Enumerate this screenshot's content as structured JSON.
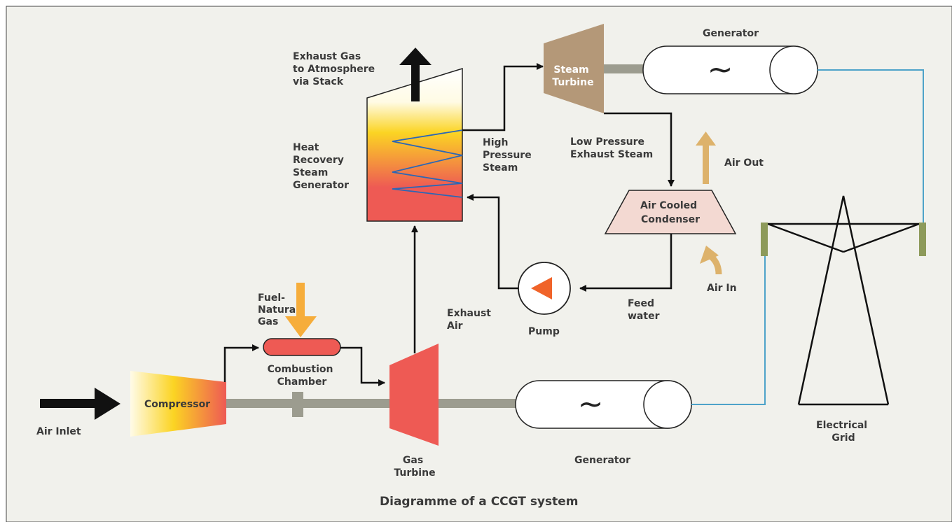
{
  "caption": "Diagramme of a CCGT system",
  "labels": {
    "air_inlet": "Air Inlet",
    "compressor": "Compressor",
    "fuel": [
      "Fuel-",
      "Natural",
      "Gas"
    ],
    "combustion_chamber": [
      "Combustion",
      "Chamber"
    ],
    "gas_turbine": [
      "Gas",
      "Turbine"
    ],
    "generator_lower": "Generator",
    "generator_upper": "Generator",
    "generator_symbol": "~",
    "exhaust_air": [
      "Exhaust",
      "Air"
    ],
    "exhaust_gas": [
      "Exhaust Gas",
      "to Atmosphere",
      "via Stack"
    ],
    "hrsg": [
      "Heat",
      "Recovery",
      "Steam",
      "Generator"
    ],
    "hp_steam": [
      "High",
      "Pressure",
      "Steam"
    ],
    "steam_turbine": [
      "Steam",
      "Turbine"
    ],
    "lp_steam": [
      "Low Pressure",
      "Exhaust Steam"
    ],
    "air_out": "Air Out",
    "air_in": "Air In",
    "condenser": [
      "Air Cooled",
      "Condenser"
    ],
    "pump": "Pump",
    "feed_water": [
      "Feed",
      "water"
    ],
    "grid": [
      "Electrical",
      "Grid"
    ]
  },
  "colors": {
    "background": "#f1f1ec",
    "red": "#ee5a54",
    "yellow": "#fbd423",
    "orange_arrow": "#f6ad3b",
    "tan_arrow": "#ddb26b",
    "steam_turbine": "#b49878",
    "condenser": "#f3d9d2",
    "shaft": "#9c9c8f",
    "grid_wire": "#4ea3c9",
    "insulator": "#8d9a5a",
    "coil": "#2b67b6",
    "pump_triangle": "#f06329"
  }
}
